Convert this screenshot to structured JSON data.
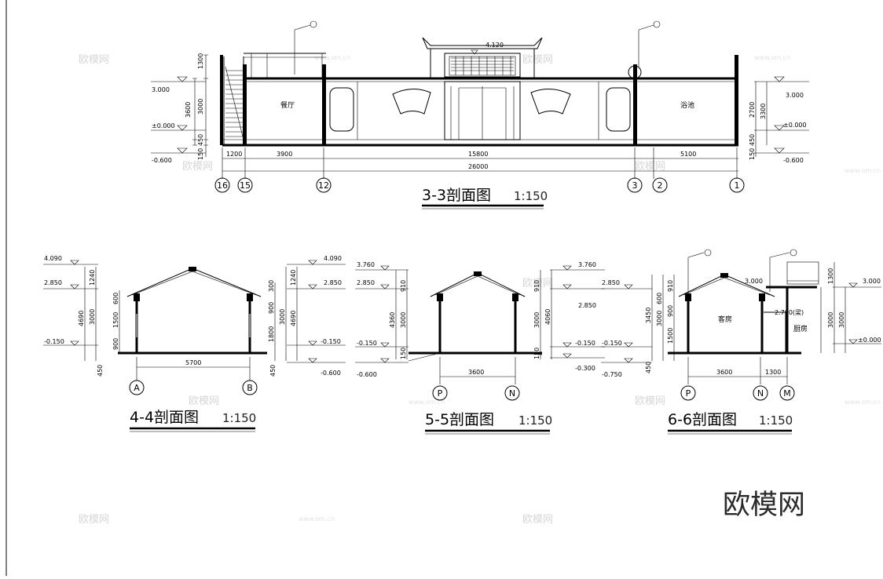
{
  "sections": {
    "s33": {
      "title": "3-3剖面图",
      "scale": "1:150",
      "rooms": [
        "餐厅",
        "浴池"
      ],
      "top_level": "4.120",
      "levels_left": [
        "3.000",
        "±0.000",
        "-0.600"
      ],
      "levels_right": [
        "3.000",
        "±0.000",
        "-0.600"
      ],
      "dims_left_vert": [
        "1300",
        "3600",
        "3000",
        "450",
        "150"
      ],
      "dims_right_vert": [
        "2700",
        "3300",
        "450",
        "150"
      ],
      "dims_horiz": [
        "1200",
        "3900",
        "15800",
        "5100"
      ],
      "dim_total": "26000",
      "axes": [
        "16",
        "15",
        "12",
        "3",
        "2",
        "1"
      ]
    },
    "s44": {
      "title": "4-4剖面图",
      "scale": "1:150",
      "levels_left": [
        "4.090",
        "2.850",
        "-0.150"
      ],
      "levels_right": [
        "4.090",
        "2.850",
        "-0.150",
        "-0.600"
      ],
      "dims_left": [
        "1240",
        "4690",
        "3000",
        "600",
        "1500",
        "900",
        "450"
      ],
      "dims_right": [
        "300",
        "900",
        "1800",
        "3000",
        "1240",
        "4690",
        "450"
      ],
      "span": "5700",
      "axes": [
        "A",
        "B"
      ]
    },
    "s55": {
      "title": "5-5剖面图",
      "scale": "1:150",
      "levels_left": [
        "3.760",
        "2.850",
        "-0.150",
        "-0.600"
      ],
      "levels_right": [
        "3.760",
        "2.850",
        "-0.150",
        "-0.300"
      ],
      "dims_left": [
        "910",
        "4360",
        "3000",
        "150"
      ],
      "dims_right": [
        "910",
        "3000",
        "4060",
        "150"
      ],
      "span": "3600",
      "axes": [
        "P",
        "N"
      ]
    },
    "s66": {
      "title": "6-6剖面图",
      "scale": "1:150",
      "rooms": [
        "客房",
        "厨房"
      ],
      "levels_left": [
        "2.850",
        "-0.150",
        "-0.750"
      ],
      "levels_right": [
        "3.000",
        "3.000",
        "±0.000"
      ],
      "inner_level": "2.700(梁)",
      "dims_left": [
        "910",
        "600",
        "900",
        "3450",
        "3000",
        "1500",
        "450"
      ],
      "dims_right": [
        "1300",
        "3000",
        "3000"
      ],
      "spans": [
        "3600",
        "1300"
      ],
      "axes": [
        "P",
        "N",
        "M"
      ]
    }
  },
  "watermark": {
    "brand": "欧模网",
    "url": "www.om.cn"
  }
}
